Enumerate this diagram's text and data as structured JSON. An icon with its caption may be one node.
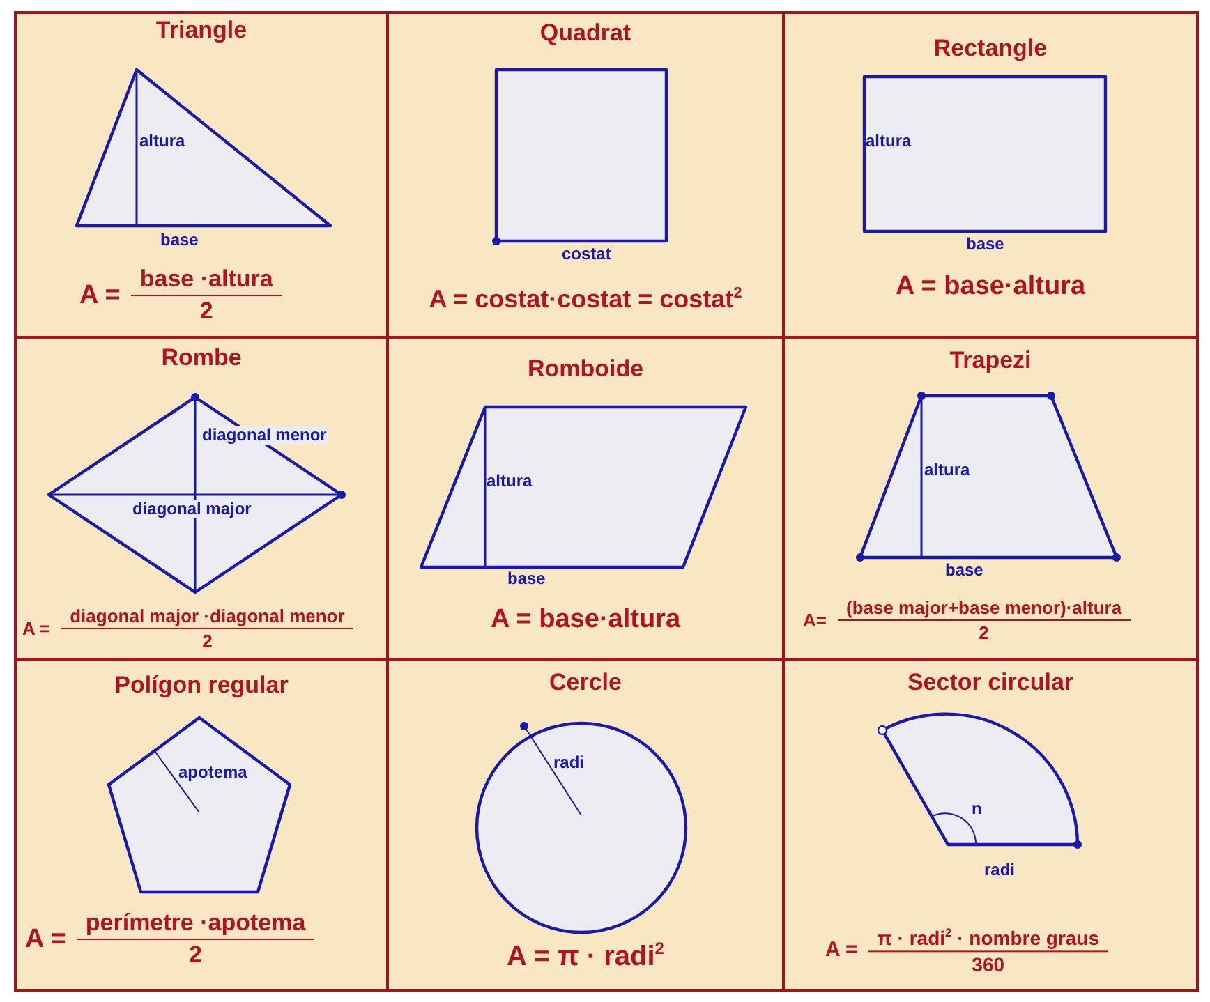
{
  "diagram": {
    "nodes": [
      {
        "text": [
          "Triangle",
          "A =",
          "base ·altura",
          "2"
        ]
      },
      {
        "text": [
          "altura",
          "base"
        ],
        "in": 0
      },
      {
        "text": [
          "Quadrat",
          "A = costat·costat = costat$^{2}$"
        ]
      },
      {
        "text": [
          "costat"
        ],
        "in": 2
      },
      {
        "text": [
          "Rectangle",
          "A = base·altura"
        ]
      },
      {
        "text": [
          "altura",
          "base"
        ],
        "in": 4
      },
      {
        "text": [
          "Rombe",
          "A =",
          "diagonal major ·diagonal menor",
          "2"
        ]
      },
      {
        "text": [
          "diagonal menor",
          "diagonal major"
        ],
        "in": 6
      },
      {
        "text": [
          "Romboide",
          "A = base·altura"
        ]
      },
      {
        "text": [
          "altura",
          "base"
        ],
        "in": 8
      },
      {
        "text": [
          "Trapezi",
          "A=",
          "(base major+base menor)·altura",
          "2"
        ]
      },
      {
        "text": [
          "altura",
          "base"
        ],
        "in": 10
      },
      {
        "text": [
          "Polígon regular",
          "A =",
          "perímetre ·apotema",
          "2"
        ]
      },
      {
        "text": [
          "apotema"
        ],
        "in": 12
      },
      {
        "text": [
          "Cercle",
          "A = π · radi$^{2}$"
        ]
      },
      {
        "text": [
          "radi"
        ],
        "in": 14
      },
      {
        "text": [
          "Sector circular",
          "A =",
          "π · radi$^{2}$ · nombre graus",
          "360"
        ]
      },
      {
        "text": [
          "n",
          "radi"
        ],
        "in": 16
      }
    ],
    "edges": []
  }
}
